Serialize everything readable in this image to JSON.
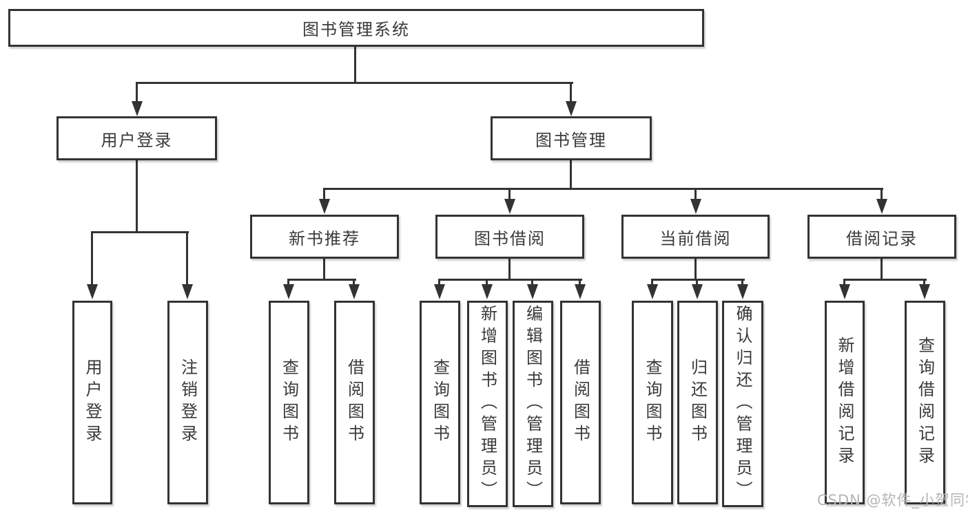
{
  "diagram": {
    "root": "图书管理系统",
    "login": {
      "label": "用户登录",
      "children": [
        "用户登录",
        "注销登录"
      ]
    },
    "management": {
      "label": "图书管理",
      "groups": [
        {
          "label": "新书推荐",
          "children": [
            "查询图书",
            "借阅图书"
          ]
        },
        {
          "label": "图书借阅",
          "children": [
            "查询图书",
            "新增图书（管理员）",
            "编辑图书（管理员）",
            "借阅图书"
          ]
        },
        {
          "label": "当前借阅",
          "children": [
            "查询图书",
            "归还图书",
            "确认归还（管理员）"
          ]
        },
        {
          "label": "借阅记录",
          "children": [
            "新增借阅记录",
            "查询借阅记录"
          ]
        }
      ]
    }
  },
  "watermark": "CSDN @软件_小贺同学",
  "colors": {
    "line": "#333333",
    "text": "#3a3a3a",
    "watermark": "#b5b5b5",
    "background": "#ffffff"
  }
}
